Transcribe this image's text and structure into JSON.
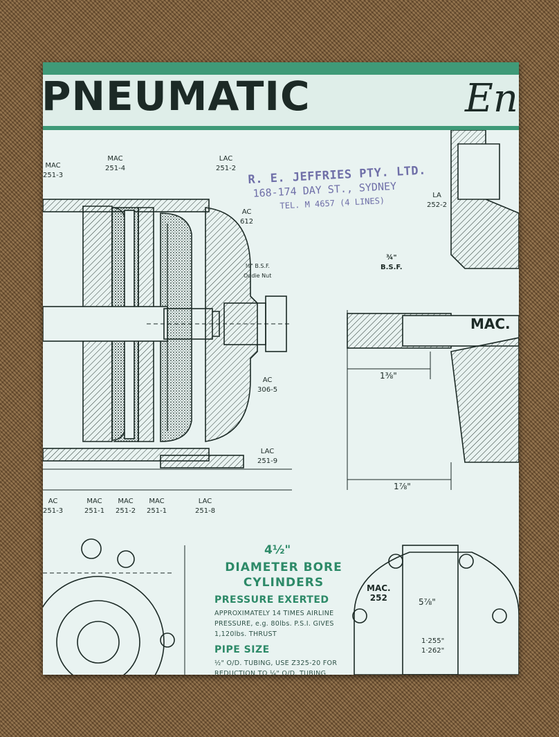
{
  "banner": {
    "title": "PNEUMATIC",
    "script_fragment": "En"
  },
  "stamp": {
    "company": "R. E. JEFFRIES PTY. LTD.",
    "address": "168-174 DAY ST., SYDNEY",
    "phone": "TEL. M 4657 (4 LINES)"
  },
  "labels": {
    "mac_251_3_top": "MAC\n251-3",
    "mac_251_4": "MAC\n251-4",
    "lac_251_2": "LAC\n251-2",
    "ac_612": "AC\n612",
    "bsf_nut": "⅜\" B.S.F.\nOddie Nut",
    "ac_306_5": "AC\n306-5",
    "lac_251_9": "LAC\n251-9",
    "ac_251_3_bottom": "AC\n251-3",
    "mac_251_1_a": "MAC\n251-1",
    "mac_251_2": "MAC\n251-2",
    "mac_251_1_b": "MAC\n251-1",
    "lac_251_8": "LAC\n251-8",
    "la_252_2": "LA\n252-2",
    "bsf_right": "¾\"\nB.S.F.",
    "mac_big": "MAC.",
    "dim_1_3_8": "1⅜\"",
    "dim_1_7_8": "1⅞\"",
    "mac_252": "MAC.\n252",
    "dim_5_7_8": "5⅞\"",
    "dim_1255": "1·255\"\n1·262\""
  },
  "info": {
    "bore_size": "4½\"",
    "bore_title": "DIAMETER BORE\nCYLINDERS",
    "pressure_heading": "PRESSURE EXERTED",
    "pressure_text": "APPROXIMATELY 14 TIMES AIRLINE PRESSURE, e.g. 80lbs. P.S.I. GIVES 1,120lbs. THRUST",
    "pipe_heading": "PIPE SIZE",
    "pipe_text": "½\" O/D. TUBING, USE Z325-20 FOR REDUCTION TO ¼\" O/D. TUBING"
  },
  "colors": {
    "accent": "#3f9a78",
    "ink": "#1c2a26",
    "paper": "#e9f3f1",
    "stamp": "#6f6fa8"
  }
}
